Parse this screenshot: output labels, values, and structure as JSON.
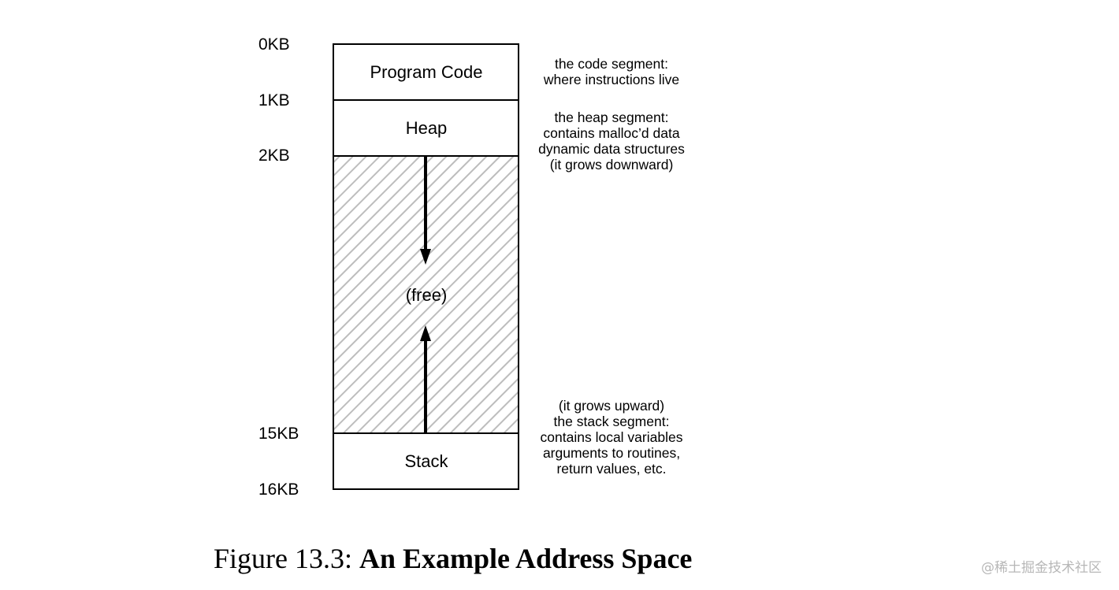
{
  "address_marks": [
    "0KB",
    "1KB",
    "2KB",
    "15KB",
    "16KB"
  ],
  "segments": {
    "code": "Program Code",
    "heap": "Heap",
    "free": "(free)",
    "stack": "Stack"
  },
  "annotations": {
    "code": [
      "the code segment:",
      "where instructions live"
    ],
    "heap": [
      "the heap segment:",
      "contains malloc’d data",
      "dynamic data structures",
      "(it grows downward)"
    ],
    "stack": [
      "(it grows upward)",
      "the stack segment:",
      "contains local variables",
      "arguments to routines,",
      "return values, etc."
    ]
  },
  "caption": {
    "prefix": "Figure 13.3:",
    "title": "An Example Address Space"
  },
  "watermark": "@稀土掘金技术社区",
  "colors": {
    "ink": "#000000",
    "hatch": "#bdbdbd",
    "watermark": "#b7b7b7"
  }
}
